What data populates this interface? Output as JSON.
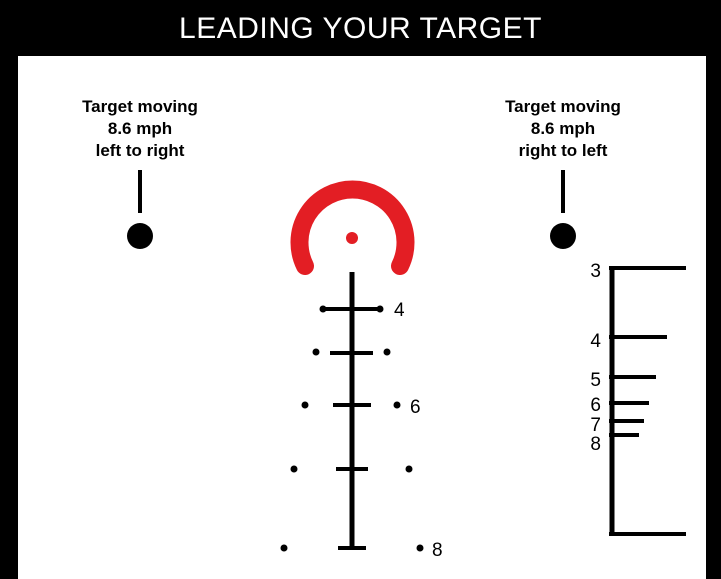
{
  "header": {
    "title": "LEADING YOUR TARGET"
  },
  "callouts": {
    "left": {
      "line1": "Target moving",
      "line2": "8.6 mph",
      "line3": "left to right"
    },
    "right": {
      "line1": "Target moving",
      "line2": "8.6 mph",
      "line3": "right to left"
    }
  },
  "reticle": {
    "labels": [
      "4",
      "6",
      "8"
    ]
  },
  "scale": {
    "labels": [
      "3",
      "4",
      "5",
      "6",
      "7",
      "8"
    ]
  },
  "colors": {
    "header_bg": "#000000",
    "header_text": "#ffffff",
    "reticle_red": "#e31e24",
    "ink": "#000000"
  }
}
